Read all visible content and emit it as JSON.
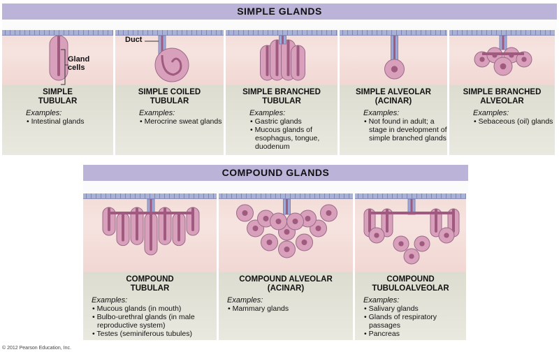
{
  "simple": {
    "title": "SIMPLE GLANDS",
    "examples_label": "Examples:",
    "labels": {
      "duct": "Duct",
      "gland_cells": "Gland cells"
    },
    "panels": [
      {
        "title1": "SIMPLE",
        "title2": "TUBULAR",
        "examples": [
          "Intestinal glands"
        ]
      },
      {
        "title1": "SIMPLE COILED",
        "title2": "TUBULAR",
        "examples": [
          "Merocrine sweat glands"
        ]
      },
      {
        "title1": "SIMPLE BRANCHED",
        "title2": "TUBULAR",
        "examples": [
          "Gastric glands",
          "Mucous glands of esophagus, tongue, duodenum"
        ]
      },
      {
        "title1": "SIMPLE ALVEOLAR",
        "title2": "(ACINAR)",
        "examples": [
          "Not found in adult; a stage in development of simple branched glands"
        ]
      },
      {
        "title1": "SIMPLE BRANCHED",
        "title2": "ALVEOLAR",
        "examples": [
          "Sebaceous (oil) glands"
        ]
      }
    ]
  },
  "compound": {
    "title": "COMPOUND GLANDS",
    "examples_label": "Examples:",
    "panels": [
      {
        "title1": "COMPOUND",
        "title2": "TUBULAR",
        "examples": [
          "Mucous glands (in mouth)",
          "Bulbo-urethral glands (in male reproductive system)",
          "Testes (seminiferous tubules)"
        ]
      },
      {
        "title1": "COMPOUND ALVEOLAR",
        "title2": "(ACINAR)",
        "examples": [
          "Mammary glands"
        ]
      },
      {
        "title1": "COMPOUND",
        "title2": "TUBULOALVEOLAR",
        "examples": [
          "Salivary glands",
          "Glands of respiratory passages",
          "Pancreas"
        ]
      }
    ]
  },
  "copyright": "© 2012 Pearson Education, Inc.",
  "colors": {
    "header": "#bcb3d8",
    "gland": "#d9a0bb",
    "lumen": "#a05a80",
    "tissue": "#f3dcd8",
    "text_bg": "#e3e3d8"
  }
}
